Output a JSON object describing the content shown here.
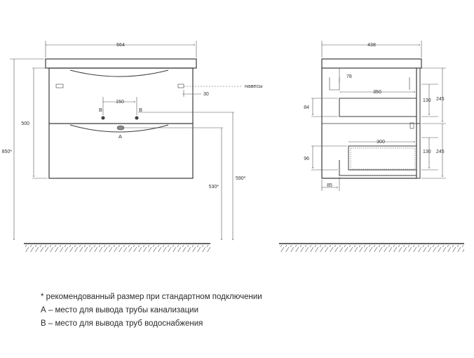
{
  "front_view": {
    "width_dim": "664",
    "height_body_dim": "500",
    "total_height_dim": "850*",
    "hinge_offset_dim": "30",
    "hinge_label": "навесы",
    "inlet_spacing_dim": "150",
    "inlet_label_left": "B",
    "inlet_label_right": "B",
    "drain_label": "A",
    "drain_height_dim": "530*",
    "inlet_height_dim": "590*"
  },
  "side_view": {
    "depth_dim": "438",
    "upper_offset_dim": "78",
    "upper_drawer_depth_dim": "350",
    "upper_drawer_gap_dim": "84",
    "upper_drawer_height_dim": "130",
    "upper_front_height_dim": "245",
    "lower_drawer_depth_dim": "300",
    "lower_drawer_gap_dim": "96",
    "lower_drawer_height_dim": "130",
    "lower_front_height_dim": "245",
    "lower_offset_dim": "85"
  },
  "notes": {
    "recommended": "* рекомендованный размер при стандартном подключении",
    "drain": "А – место для вывода трубы канализации",
    "water": "В – место для вывода труб водоснабжения"
  },
  "colors": {
    "line": "#3a3a3a",
    "dim_line": "#555555",
    "text": "#333333"
  }
}
